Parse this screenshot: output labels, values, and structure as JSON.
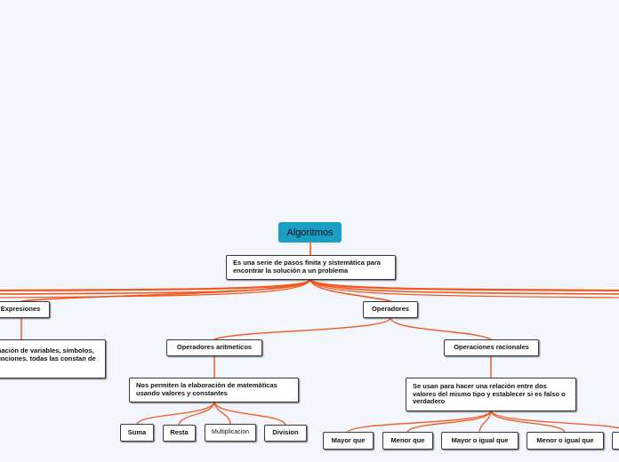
{
  "root": {
    "label": "Algoritmos"
  },
  "definition": {
    "text": "Es una serie de pasos finita y sistemática para encontrar la solución a un problema"
  },
  "expresiones": {
    "label": "Expresiones",
    "description": "Es una combinación de variables, símbolos, paréntesis y funciones. todas las constan de operadores"
  },
  "operadores": {
    "label": "Operadores",
    "aritmeticos": {
      "label": "Operadores aritmeticos",
      "description": "Nos permiten la elaboración de matemáticas usando valores y constantes",
      "items": [
        "Suma",
        "Resta",
        "Multiplicacion",
        "Division"
      ]
    },
    "racionales": {
      "label": "Operaciones racionales",
      "description": "Se usan para hacer una relación entre dos valores del mismo tipo y establecer si es falso o verdadero",
      "items": [
        "Mayor que",
        "Menor que",
        "Mayor o igual que",
        "Menor o igual que"
      ]
    }
  },
  "colors": {
    "connector": "#f0581d",
    "root_fill": "#1b9ec3",
    "background": "#f4f6fe"
  }
}
